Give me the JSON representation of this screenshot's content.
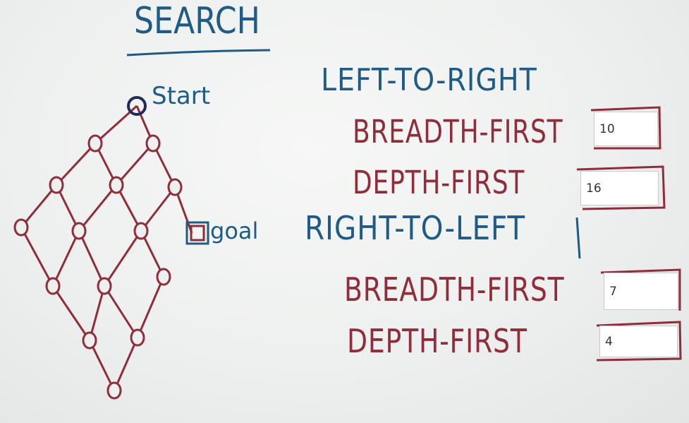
{
  "board": {
    "title": "SEARCH",
    "start_label": "Start",
    "goal_label": "goal",
    "section_1": {
      "heading": "LEFT-TO-RIGHT",
      "breadth_first": "BREADTH-FIRST",
      "depth_first": "DEPTH-FIRST"
    },
    "section_2": {
      "heading": "RIGHT-TO-LEFT",
      "breadth_first": "BREADTH-FIRST",
      "depth_first": "DEPTH-FIRST"
    }
  },
  "answers": {
    "ltr_breadth_first": "10",
    "ltr_depth_first": "16",
    "rtl_breadth_first": "7",
    "rtl_depth_first": "4"
  },
  "colors": {
    "marker_blue": "#1f5b84",
    "marker_red": "#8f2d3b",
    "board": "#eceeee"
  }
}
